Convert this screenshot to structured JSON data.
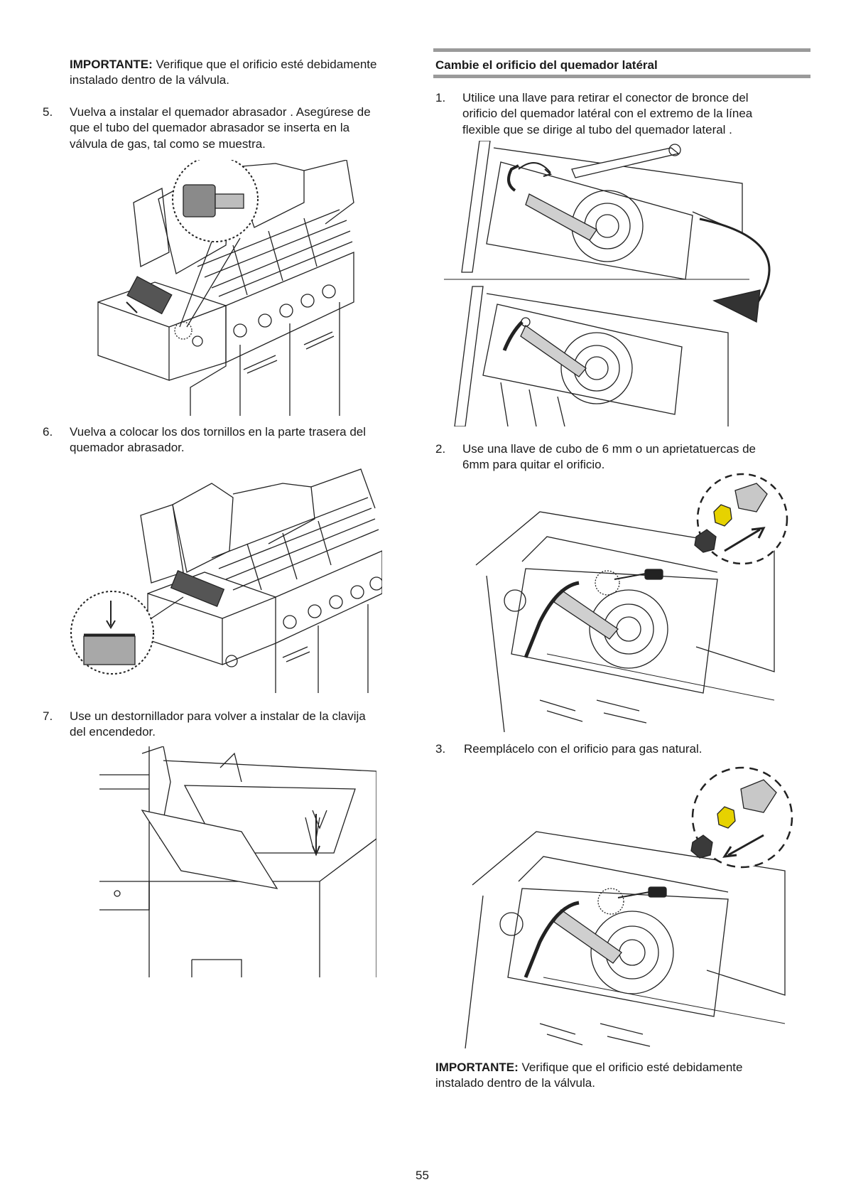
{
  "left": {
    "important_top": {
      "label": "IMPORTANTE:",
      "text": "Verifique que el orificio esté debidamente",
      "text2": "instalado dentro de la válvula."
    },
    "step5": {
      "num": "5.",
      "line1": "Vuelva a instalar el quemador abrasador . Asegúrese de",
      "line2": "que el tubo del quemador abrasador se inserta en la",
      "line3": "válvula de gas, tal como se muestra."
    },
    "step6": {
      "num": "6.",
      "line1": "Vuelva a colocar los dos tornillos en la parte trasera del",
      "line2": "quemador abrasador."
    },
    "step7": {
      "num": "7.",
      "line1": "Use un destornillador para volver a instalar de la clavija",
      "line2": "del encendedor."
    }
  },
  "right": {
    "section_title": "Cambie el orificio del quemador latéral",
    "step1": {
      "num": "1.",
      "line1": "Utilice una llave para retirar el conector de bronce del",
      "line2": "orificio del quemador latéral con el extremo de la línea",
      "line3": "flexible que se dirige al tubo del quemador lateral ."
    },
    "step2": {
      "num": "2.",
      "line1": "Use una llave de cubo de 6 mm o un aprietatuercas de",
      "line2": "6mm  para quitar el orificio."
    },
    "step3": {
      "num": "3.",
      "line1": "Reemplácelo con el orificio para gas natural."
    },
    "important_bottom": {
      "label": "IMPORTANTE:",
      "text": "Verifique que el orificio esté debidamente",
      "text2": "instalado dentro de la válvula."
    }
  },
  "page_number": "55",
  "colors": {
    "rule": "#9a9a9a",
    "ink": "#1a1a1a",
    "orifice_brass": "#e6d200",
    "socket_grey": "#c8c8c8",
    "nut_dark": "#3a3a3a"
  }
}
